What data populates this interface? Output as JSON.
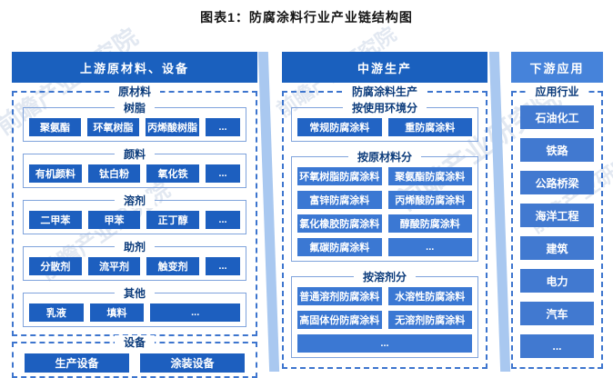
{
  "title": "图表1：防腐涂料行业产业链结构图",
  "watermark": {
    "text": "前瞻产业研究院"
  },
  "colors": {
    "header_blue": "#1A60BE",
    "item_dark_blue": "#1D5FBF",
    "item_env_blue": "#2264C4",
    "item_light_blue": "#3B78D3",
    "downstream_header_blue": "#4683DA",
    "downstream_item_blue": "#4179D0",
    "dashed_border_blue": "#3D75CE",
    "subbox_border_blue": "#7FA3DC",
    "label_navy": "#0C3C7C",
    "stripe_light_blue": "#A9C8F0"
  },
  "upstream": {
    "header": "上游原材料、设备",
    "materials": {
      "label": "原材料",
      "groups": [
        {
          "label": "树脂",
          "items": [
            "聚氨酯",
            "环氧树脂",
            "丙烯酸树脂",
            "..."
          ]
        },
        {
          "label": "颜料",
          "items": [
            "有机颜料",
            "钛白粉",
            "氧化铁",
            "..."
          ]
        },
        {
          "label": "溶剂",
          "items": [
            "二甲苯",
            "甲苯",
            "正丁醇",
            "..."
          ]
        },
        {
          "label": "助剂",
          "items": [
            "分散剂",
            "流平剂",
            "触变剂",
            "..."
          ]
        },
        {
          "label": "其他",
          "items": [
            "乳液",
            "填料",
            "..."
          ]
        }
      ]
    },
    "equipment": {
      "label": "设备",
      "items": [
        "生产设备",
        "涂装设备"
      ]
    }
  },
  "midstream": {
    "header": "中游生产",
    "box_label": "防腐涂料生产",
    "groups": [
      {
        "label": "按使用环境分",
        "rows": [
          [
            "常规防腐涂料",
            "重防腐涂料"
          ]
        ]
      },
      {
        "label": "按原材料分",
        "rows": [
          [
            "环氧树脂防腐涂料",
            "聚氨酯防腐涂料"
          ],
          [
            "富锌防腐涂料",
            "丙烯酸防腐涂料"
          ],
          [
            "氯化橡胶防腐涂料",
            "醇酸防腐涂料"
          ],
          [
            "氟碳防腐涂料",
            "..."
          ]
        ]
      },
      {
        "label": "按溶剂分",
        "rows": [
          [
            "普通溶剂防腐涂料",
            "水溶性防腐涂料"
          ],
          [
            "高固体份防腐涂料",
            "无溶剂防腐涂料"
          ],
          [
            "..."
          ]
        ]
      }
    ]
  },
  "downstream": {
    "header": "下游应用",
    "box_label": "应用行业",
    "items": [
      "石油化工",
      "铁路",
      "公路桥梁",
      "海洋工程",
      "建筑",
      "电力",
      "汽车",
      "..."
    ]
  }
}
